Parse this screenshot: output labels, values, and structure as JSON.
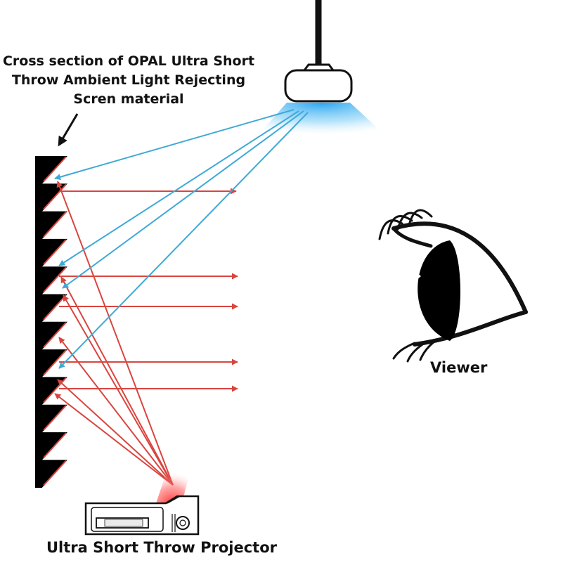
{
  "labels": {
    "title_line1": "Cross section of OPAL Ultra Short",
    "title_line2": "Throw Ambient Light Rejecting",
    "title_line3": "Scren material",
    "viewer": "Viewer",
    "projector": "Ultra Short Throw Projector"
  },
  "colors": {
    "ambient_ray": "#3fa9d6",
    "projector_ray": "#d9453f",
    "ceiling_glow": "#1ea0f0",
    "projector_glow": "#ff1a1a",
    "screen": "#000000",
    "outline": "#111111"
  },
  "icons": {
    "ceiling_lamp": "ceiling-lamp-icon",
    "eye": "eye-icon",
    "projector": "projector-icon",
    "pointer_arrow": "pointer-arrow-icon"
  }
}
